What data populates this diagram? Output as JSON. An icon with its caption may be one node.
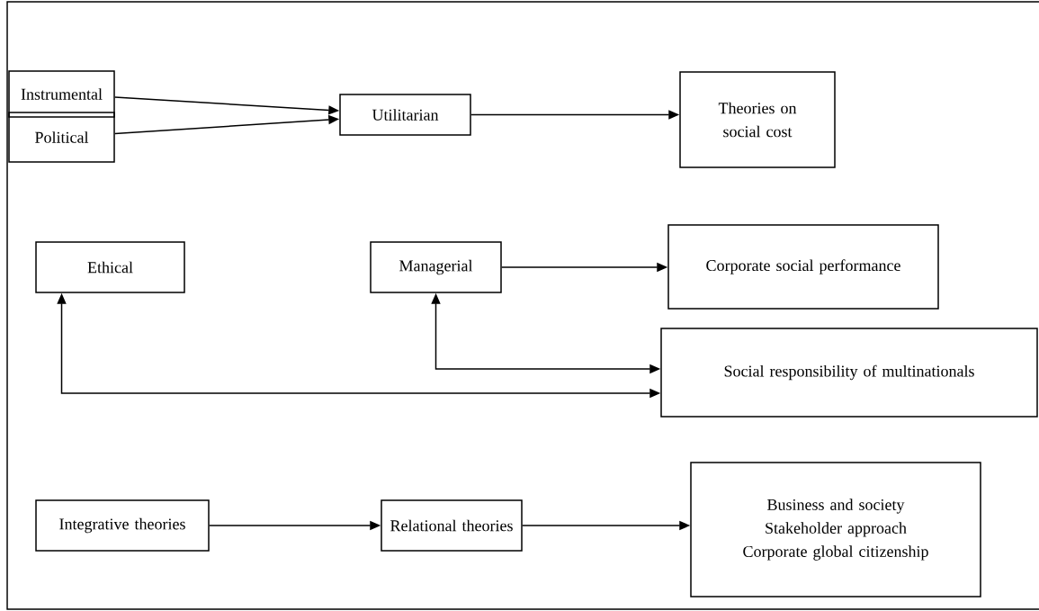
{
  "diagram": {
    "nodes": [
      {
        "text": [
          "Instrumental"
        ]
      },
      {
        "text": [
          "Political"
        ]
      },
      {
        "text": [
          "Utilitarian"
        ]
      },
      {
        "text": [
          "Theories on social cost"
        ]
      },
      {
        "text": [
          "Ethical"
        ]
      },
      {
        "text": [
          "Managerial"
        ]
      },
      {
        "text": [
          "Corporate social performance"
        ]
      },
      {
        "text": [
          "Social responsibility of multinationals"
        ]
      },
      {
        "text": [
          "Integrative theories"
        ]
      },
      {
        "text": [
          "Relational theories"
        ]
      },
      {
        "text": [
          "Business and society",
          "Stakeholder approach",
          "Corporate global citizenship"
        ]
      }
    ],
    "edges": [
      {
        "from": 0,
        "to": 2,
        "arrow": "to"
      },
      {
        "from": 1,
        "to": 2,
        "arrow": "to"
      },
      {
        "from": 2,
        "to": 3,
        "arrow": "to"
      },
      {
        "from": 5,
        "to": 6,
        "arrow": "to"
      },
      {
        "from": 5,
        "to": 7,
        "arrow": "both"
      },
      {
        "from": 4,
        "to": 7,
        "arrow": "both"
      },
      {
        "from": 8,
        "to": 9,
        "arrow": "to"
      },
      {
        "from": 9,
        "to": 10,
        "arrow": "to"
      }
    ]
  }
}
